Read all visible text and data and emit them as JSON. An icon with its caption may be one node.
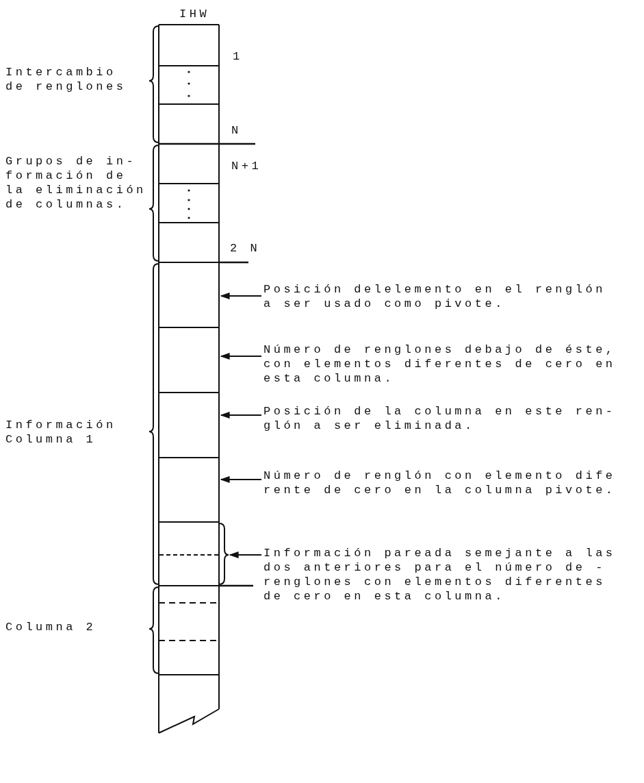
{
  "diagram": {
    "nodes": [
      {
        "text": [
          "IHW"
        ]
      },
      {
        "text": [],
        "shape": "box",
        "in": 0
      },
      {
        "text": [],
        "shape": "box",
        "in": 0
      },
      {
        "text": [],
        "shape": "box",
        "in": 0
      },
      {
        "text": [],
        "shape": "box",
        "in": 0
      },
      {
        "text": [],
        "shape": "box",
        "in": 0
      },
      {
        "text": [
          "Posición delelemento en el renglón a ser usado como pivote."
        ]
      },
      {
        "text": [
          "Número de renglones debajo de éste, con elementos diferentes de cero en esta columna."
        ]
      },
      {
        "text": [
          "Posición de la columna en este ren- glón a ser eliminada."
        ]
      },
      {
        "text": [
          "Número de renglón con elemento dife rente de cero en la columna pivote."
        ]
      },
      {
        "text": [
          "Información pareada semejante a las dos anteriores para el número de - renglones con elementos diferentes de cero en esta columna."
        ]
      }
    ],
    "edges": [
      {
        "from": 6,
        "to": 1,
        "arrow": "to"
      },
      {
        "from": 7,
        "to": 2,
        "arrow": "to"
      },
      {
        "from": 8,
        "to": 3,
        "arrow": "to"
      },
      {
        "from": 9,
        "to": 4,
        "arrow": "to"
      },
      {
        "from": 10,
        "to": 5,
        "arrow": "to"
      }
    ],
    "labels": [
      "1",
      "Intercambio de renglones",
      "N",
      "N+1",
      "Grupos de in- formación de la eliminación de columnas.",
      "2 N",
      "Información Columna 1",
      "Columna 2"
    ]
  }
}
